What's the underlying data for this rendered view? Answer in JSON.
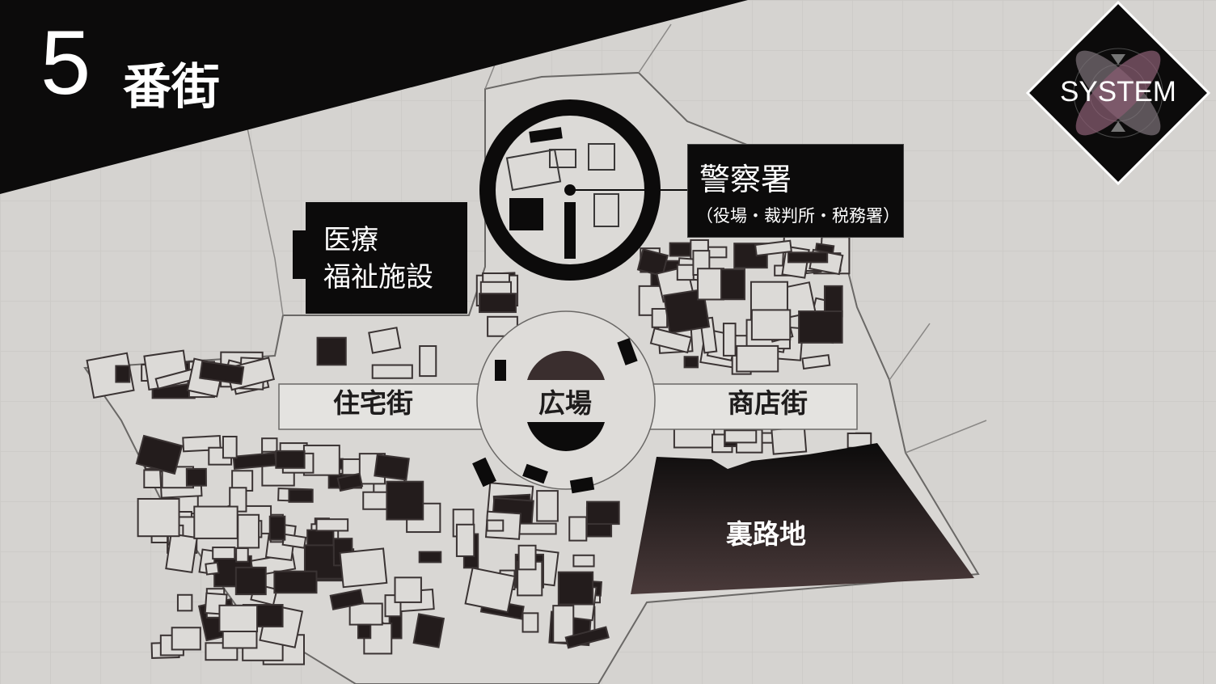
{
  "header": {
    "district_number": "5",
    "district_suffix": "番街"
  },
  "system_button": {
    "label": "SYSTEM",
    "icon": "atom-emblem-icon"
  },
  "facilities": {
    "medical": {
      "line1": "医療",
      "line2": "福祉施設"
    },
    "police": {
      "title": "警察署",
      "subtitle": "（役場・裁判所・税務署）"
    }
  },
  "areas": {
    "residential": "住宅街",
    "plaza": "広場",
    "shopping": "商店街",
    "back_alley": "裏路地"
  },
  "colors": {
    "ink": "#0c0b0b",
    "paper": "#d5d3d0",
    "alley_end": "#4a3a3a",
    "emblem": "#9c6a82"
  }
}
